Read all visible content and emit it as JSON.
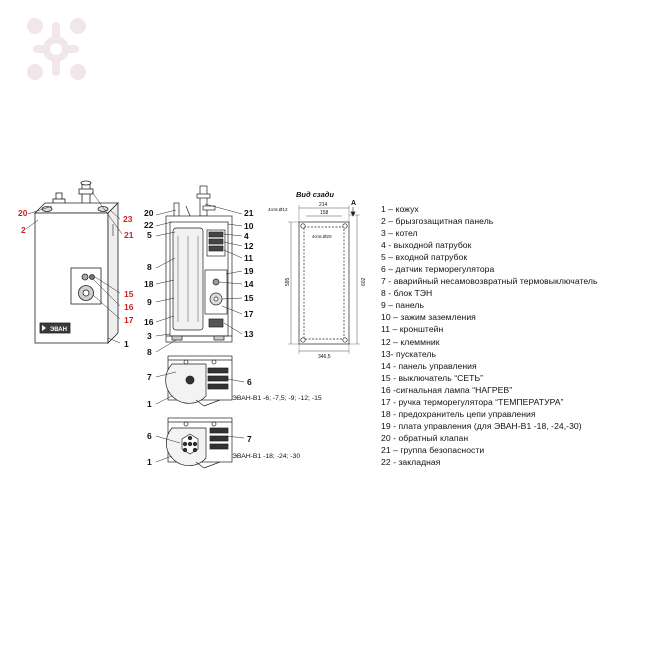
{
  "brand_label": "ЭВАН",
  "rear_view_title": "Вид сзади",
  "variant_captions": {
    "small": "ЭВАН-В1 -6; -7,5; -9; -12; -15",
    "large": "ЭВАН-В1 -18; -24; -30"
  },
  "colors": {
    "external_callouts": "#d02020",
    "internal_callouts": "#111111",
    "watermark": "#f0e4ea"
  },
  "external_callouts": {
    "n20": "20",
    "n2": "2",
    "n23": "23",
    "n21": "21",
    "n15": "15",
    "n16": "16",
    "n17": "17",
    "n1": "1"
  },
  "internal_callouts": {
    "left": [
      "20",
      "22",
      "5",
      "8",
      "18",
      "9",
      "16",
      "3",
      "8"
    ],
    "right": [
      "21",
      "10",
      "4",
      "12",
      "11",
      "19",
      "14",
      "15",
      "17",
      "13"
    ]
  },
  "bottom_callouts": {
    "top_view_a": {
      "n7": "7",
      "n6": "6",
      "n1": "1"
    },
    "top_view_b": {
      "n6": "6",
      "n7": "7",
      "n1": "1"
    }
  },
  "rear_dimensions": {
    "w214": "214",
    "w158": "158",
    "hole_small": "4отв.Ø12",
    "hole_large": "4отв.Ø20",
    "h595": "595",
    "h602": "602",
    "w346": "346,5",
    "letter_a": "A"
  },
  "legend": [
    "1 – кожух",
    "2 – брызгозащитная панель",
    "3 – котел",
    "4 - выходной патрубок",
    "5 – входной патрубок",
    "6 – датчик терморегулятора",
    "7 - аварийный несамовозвратный термовыключатель",
    "8 - блок ТЭН",
    "9 – панель",
    "10 – зажим заземления",
    "11 – кронштейн",
    "12 – клеммник",
    "13- пускатель",
    "14 - панель управления",
    "15 - выключатель “СЕТЬ”",
    "16 -сигнальная лампа “НАГРЕВ”",
    "17 - ручка терморегулятора “ТЕМПЕРАТУРА”",
    "18 - предохранитель цепи управления",
    "19 - плата управления (для ЭВАН-В1 -18, -24,-30)",
    "20 - обратный клапан",
    "21 – группа безопасности",
    "22 - закладная"
  ]
}
